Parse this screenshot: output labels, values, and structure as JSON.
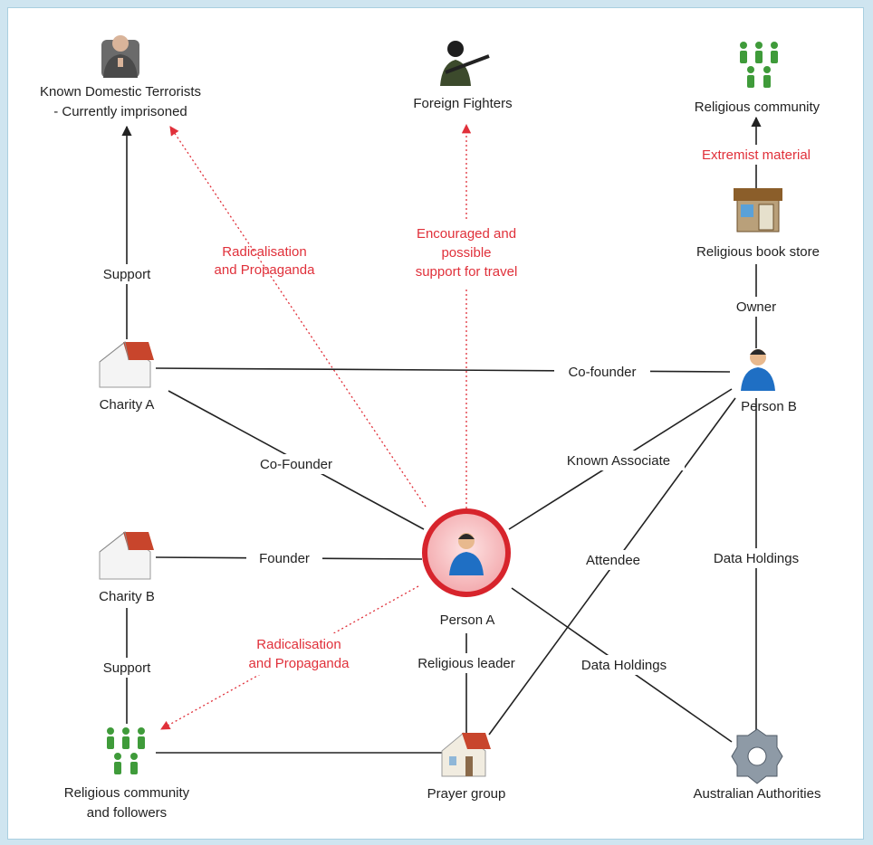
{
  "nodes": {
    "known_domestic_terrorists": {
      "line1": "Known Domestic Terrorists",
      "line2": "- Currently imprisoned"
    },
    "foreign_fighters": {
      "line1": "Foreign Fighters"
    },
    "religious_community_top": {
      "line1": "Religious community"
    },
    "religious_book_store": {
      "line1": "Religious book store"
    },
    "charity_a": {
      "line1": "Charity A"
    },
    "person_b": {
      "line1": "Person B"
    },
    "person_a": {
      "line1": "Person A"
    },
    "charity_b": {
      "line1": "Charity B"
    },
    "religious_community_followers": {
      "line1": "Religious community",
      "line2": "and followers"
    },
    "prayer_group": {
      "line1": "Prayer group"
    },
    "australian_authorities": {
      "line1": "Australian Authorities"
    }
  },
  "edges": {
    "support_top": "Support",
    "radicalisation_top": {
      "line1": "Radicalisation",
      "line2": "and Propaganda"
    },
    "encouraged": {
      "line1": "Encouraged and",
      "line2": "possible",
      "line3": "support for travel"
    },
    "extremist_material": "Extremist material",
    "owner": "Owner",
    "co_founder_b": "Co-founder",
    "co_founder_a": "Co-Founder",
    "known_associate": "Known Associate",
    "founder": "Founder",
    "attendee": "Attendee",
    "data_holdings_right": "Data Holdings",
    "support_bottom": "Support",
    "radicalisation_bottom": {
      "line1": "Radicalisation",
      "line2": "and Propaganda"
    },
    "religious_leader": "Religious leader",
    "data_holdings_center": "Data Holdings"
  },
  "colors": {
    "link": "#222222",
    "radical_link": "#e0303a",
    "highlight_ring": "#d7242c",
    "highlight_fill": "#f3b7b9",
    "community": "#3f9b3a",
    "roof": "#c8452c",
    "person_blue": "#1f6fc4"
  }
}
